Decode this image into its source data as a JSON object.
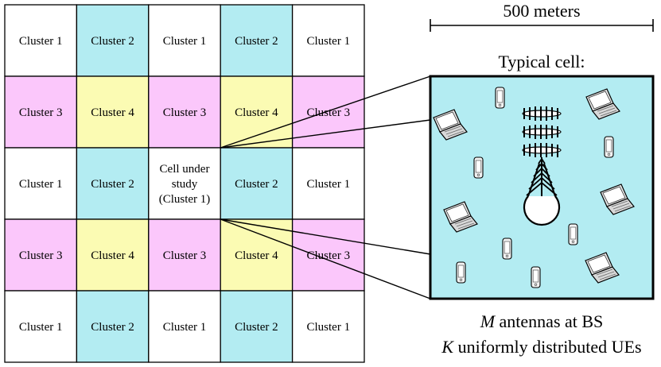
{
  "grid": {
    "rows": [
      [
        {
          "label": [
            "Cluster 1"
          ],
          "cluster": 1
        },
        {
          "label": [
            "Cluster 2"
          ],
          "cluster": 2
        },
        {
          "label": [
            "Cluster 1"
          ],
          "cluster": 1
        },
        {
          "label": [
            "Cluster 2"
          ],
          "cluster": 2
        },
        {
          "label": [
            "Cluster 1"
          ],
          "cluster": 1
        }
      ],
      [
        {
          "label": [
            "Cluster 3"
          ],
          "cluster": 3
        },
        {
          "label": [
            "Cluster 4"
          ],
          "cluster": 4
        },
        {
          "label": [
            "Cluster 3"
          ],
          "cluster": 3
        },
        {
          "label": [
            "Cluster 4"
          ],
          "cluster": 4
        },
        {
          "label": [
            "Cluster 3"
          ],
          "cluster": 3
        }
      ],
      [
        {
          "label": [
            "Cluster 1"
          ],
          "cluster": 1
        },
        {
          "label": [
            "Cluster 2"
          ],
          "cluster": 2
        },
        {
          "label": [
            "Cell under",
            "study",
            "(Cluster 1)"
          ],
          "cluster": 1
        },
        {
          "label": [
            "Cluster 2"
          ],
          "cluster": 2
        },
        {
          "label": [
            "Cluster 1"
          ],
          "cluster": 1
        }
      ],
      [
        {
          "label": [
            "Cluster 3"
          ],
          "cluster": 3
        },
        {
          "label": [
            "Cluster 4"
          ],
          "cluster": 4
        },
        {
          "label": [
            "Cluster 3"
          ],
          "cluster": 3
        },
        {
          "label": [
            "Cluster 4"
          ],
          "cluster": 4
        },
        {
          "label": [
            "Cluster 3"
          ],
          "cluster": 3
        }
      ],
      [
        {
          "label": [
            "Cluster 1"
          ],
          "cluster": 1
        },
        {
          "label": [
            "Cluster 2"
          ],
          "cluster": 2
        },
        {
          "label": [
            "Cluster 1"
          ],
          "cluster": 1
        },
        {
          "label": [
            "Cluster 2"
          ],
          "cluster": 2
        },
        {
          "label": [
            "Cluster 1"
          ],
          "cluster": 1
        }
      ]
    ],
    "cluster_colors": {
      "1": "#ffffff",
      "2": "#b3ecf2",
      "3": "#fbc7fb",
      "4": "#fbfbb3"
    }
  },
  "scale_bar": {
    "label": "500 meters"
  },
  "typical_cell": {
    "title": "Typical cell:",
    "background": "#b3ecf2"
  },
  "caption": {
    "line1_symbol": "M",
    "line1_text": " antennas at BS",
    "line2_symbol": "K",
    "line2_text": " uniformly distributed UEs"
  },
  "icons": {
    "base_station": "base-station-icon",
    "laptop": "laptop-icon",
    "phone": "phone-icon"
  }
}
